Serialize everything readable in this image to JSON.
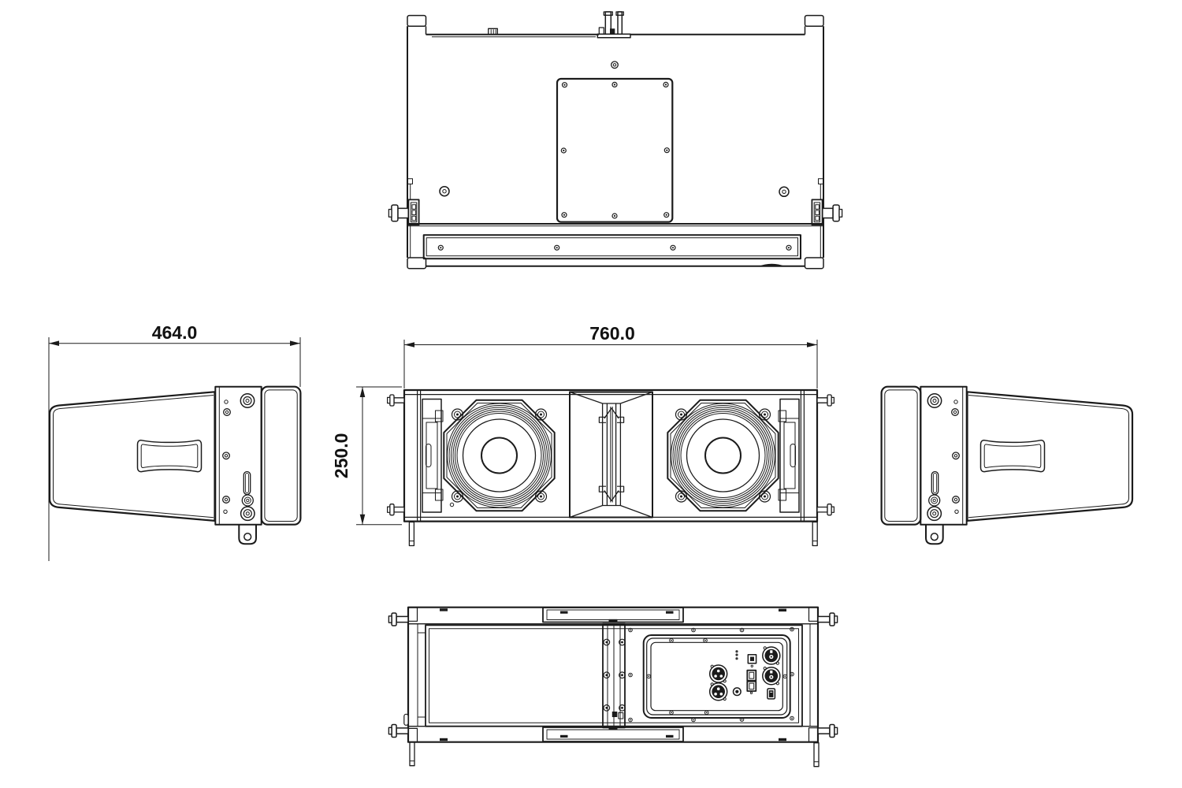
{
  "meta": {
    "drawing_type": "loudspeaker line-array enclosure orthographic technical drawing",
    "background_color": "#ffffff",
    "line_color": "#1b1b1b"
  },
  "dimensions": {
    "side_width": {
      "label": "464.0",
      "value": 464.0,
      "applies_to": "side view overall depth"
    },
    "front_width": {
      "label": "760.0",
      "value": 760.0,
      "applies_to": "front view overall width"
    },
    "front_height": {
      "label": "250.0",
      "value": 250.0,
      "applies_to": "front view overall height"
    }
  },
  "views": {
    "top": {
      "name": "top view"
    },
    "left_side": {
      "name": "left side view"
    },
    "front": {
      "name": "front view (dual woofers + center horn)"
    },
    "right_side": {
      "name": "right side view"
    },
    "rear": {
      "name": "rear view (amplifier / connector panel)"
    }
  }
}
